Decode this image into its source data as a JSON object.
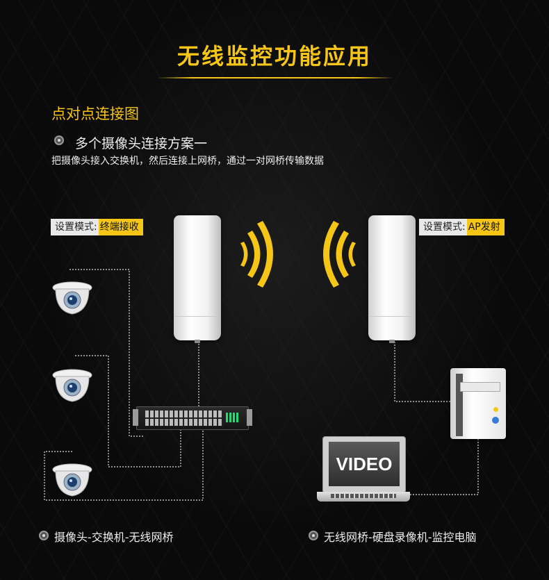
{
  "header": {
    "title": "无线监控功能应用",
    "subtitle": "点对点连接图"
  },
  "scheme": {
    "title": "多个摄像头连接方案一",
    "description": "把摄像头接入交换机，然后连接上网桥，通过一对网桥传输数据"
  },
  "left_bridge": {
    "mode_key": "设置模式:",
    "mode_value": "终端接收"
  },
  "right_bridge": {
    "mode_key": "设置模式:",
    "mode_value": "AP发射"
  },
  "laptop": {
    "screen_text": "VIDEO"
  },
  "captions": {
    "left": "摄像头-交换机-无线网桥",
    "right": "无线网桥-硬盘录像机-监控电脑"
  },
  "colors": {
    "accent": "#f5c518",
    "background": "#0b0b0b"
  }
}
